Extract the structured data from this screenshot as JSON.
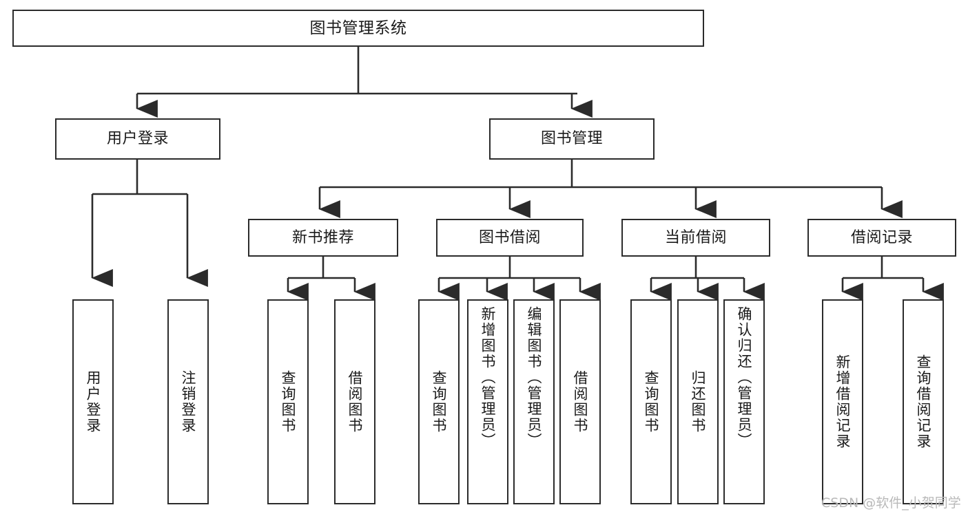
{
  "diagram": {
    "type": "tree",
    "title": "图书管理系统",
    "orientation": "top-down",
    "edge_color": "#2b2b2b",
    "node_border_color": "#2b2b2b",
    "node_fill_color": "#ffffff",
    "background_color": "#ffffff"
  },
  "nodes": {
    "root": {
      "label": "图书管理系统"
    },
    "level2": [
      {
        "label": "用户登录"
      },
      {
        "label": "图书管理"
      }
    ],
    "level3": [
      {
        "label": "新书推荐"
      },
      {
        "label": "图书借阅"
      },
      {
        "label": "当前借阅"
      },
      {
        "label": "借阅记录"
      }
    ],
    "leaves": {
      "user_login": [
        {
          "label": "用户登录"
        },
        {
          "label": "注销登录"
        }
      ],
      "new_book_recommend": [
        {
          "label": "查询图书"
        },
        {
          "label": "借阅图书"
        }
      ],
      "book_borrow": [
        {
          "label": "查询图书"
        },
        {
          "label": "新增图书（管理员）"
        },
        {
          "label": "编辑图书（管理员）"
        },
        {
          "label": "借阅图书"
        }
      ],
      "current_borrow": [
        {
          "label": "查询图书"
        },
        {
          "label": "归还图书"
        },
        {
          "label": "确认归还（管理员）"
        }
      ],
      "borrow_record": [
        {
          "label": "新增借阅记录"
        },
        {
          "label": "查询借阅记录"
        }
      ]
    }
  },
  "watermark": {
    "text": "CSDN @软件_小贺同学"
  }
}
